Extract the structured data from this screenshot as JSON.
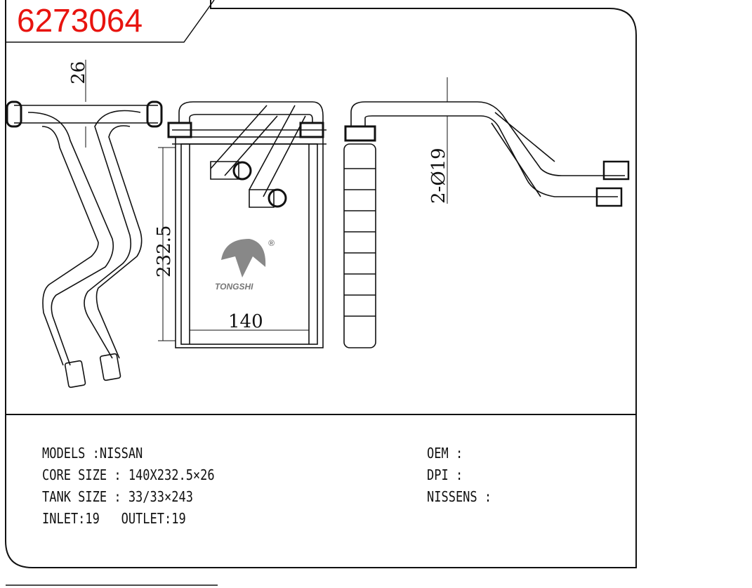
{
  "title": "6273064",
  "dimensions": {
    "thickness": "26",
    "height": "232.5",
    "width": "140",
    "pipe": "2-Ø19"
  },
  "logo": {
    "text": "TONGSHI",
    "registered": "®"
  },
  "specs": {
    "models": "MODELS :NISSAN",
    "core_size": "CORE SIZE : 140X232.5×26",
    "tank_size": "TANK SIZE : 33/33×243",
    "inlet_outlet": "INLET:19   OUTLET:19",
    "oem": "OEM :",
    "dpi": "DPI :",
    "nissens": "NISSENS :"
  },
  "colors": {
    "title": "#e8140f",
    "line": "#111111"
  }
}
